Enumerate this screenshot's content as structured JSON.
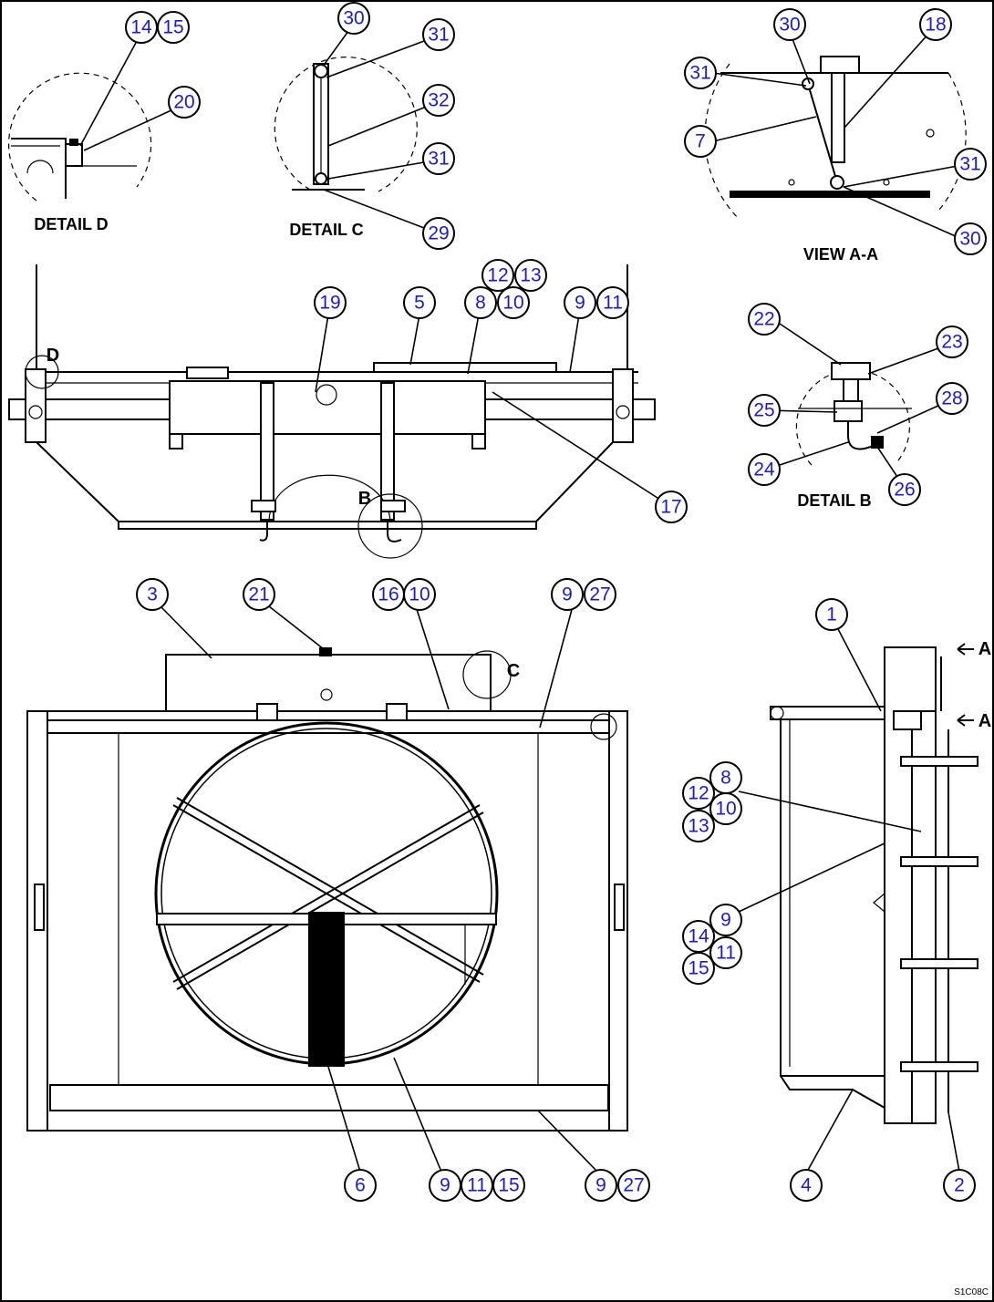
{
  "views": {
    "detail_d": "DETAIL D",
    "detail_c": "DETAIL C",
    "view_aa": "VIEW A-A",
    "detail_b": "DETAIL B"
  },
  "section_letters": {
    "d": "D",
    "b": "B",
    "c": "C",
    "a_top": "A",
    "a_bottom": "A"
  },
  "drawing_number": "S1C08C",
  "balloons": {
    "dd_14": "14",
    "dd_15": "15",
    "dd_20": "20",
    "dc_30": "30",
    "dc_31a": "31",
    "dc_32": "32",
    "dc_31b": "31",
    "dc_29": "29",
    "aa_30a": "30",
    "aa_18": "18",
    "aa_31a": "31",
    "aa_7": "7",
    "aa_31b": "31",
    "aa_30b": "30",
    "top_12": "12",
    "top_13": "13",
    "top_19": "19",
    "top_5": "5",
    "top_8": "8",
    "top_10": "10",
    "top_9": "9",
    "top_11": "11",
    "top_17": "17",
    "db_22": "22",
    "db_23": "23",
    "db_25": "25",
    "db_28": "28",
    "db_24": "24",
    "db_26": "26",
    "fr_3": "3",
    "fr_21": "21",
    "fr_16": "16",
    "fr_10": "10",
    "fr_9": "9",
    "fr_27": "27",
    "fr_6": "6",
    "fr_9b": "9",
    "fr_11": "11",
    "fr_15": "15",
    "fr_9c": "9",
    "fr_27b": "27",
    "sd_1": "1",
    "sd_8": "8",
    "sd_12": "12",
    "sd_10": "10",
    "sd_13": "13",
    "sd_9": "9",
    "sd_14": "14",
    "sd_11": "11",
    "sd_15": "15",
    "sd_4": "4",
    "sd_2": "2"
  }
}
